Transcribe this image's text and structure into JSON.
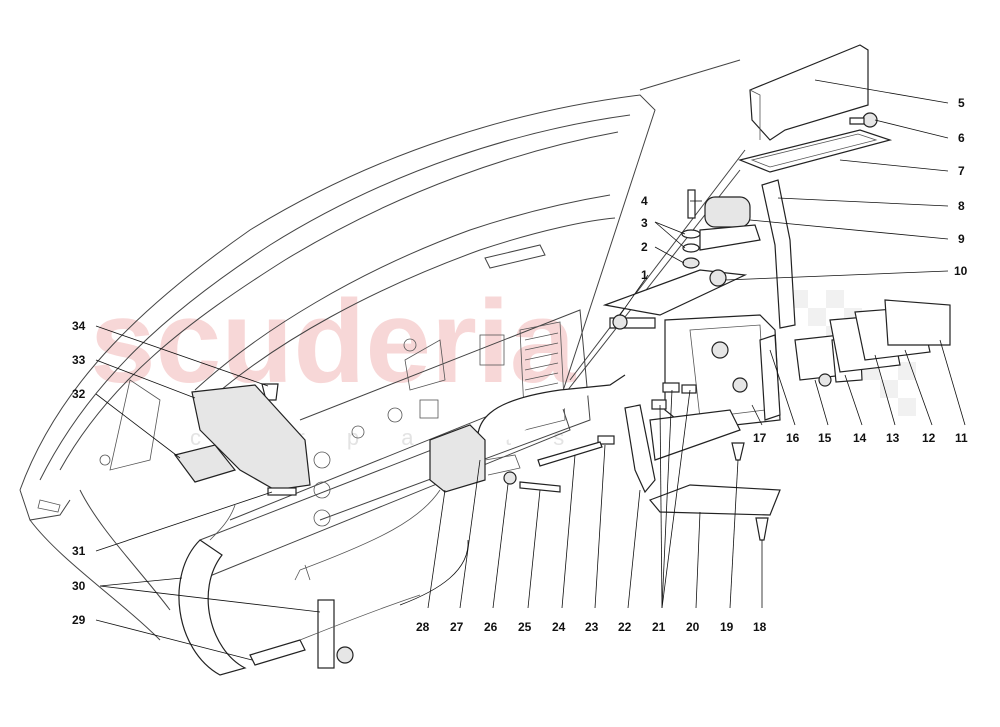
{
  "watermark": {
    "brand": "scuderia",
    "sub": "c a r   p a r t s"
  },
  "callouts": {
    "c1": "1",
    "c2": "2",
    "c3": "3",
    "c4": "4",
    "c5": "5",
    "c6": "6",
    "c7": "7",
    "c8": "8",
    "c9": "9",
    "c10": "10",
    "c11": "11",
    "c12": "12",
    "c13": "13",
    "c14": "14",
    "c15": "15",
    "c16": "16",
    "c17": "17",
    "c18": "18",
    "c19": "19",
    "c20": "20",
    "c21": "21",
    "c22": "22",
    "c23": "23",
    "c24": "24",
    "c25": "25",
    "c26": "26",
    "c27": "27",
    "c28": "28",
    "c29": "29",
    "c30": "30",
    "c31": "31",
    "c32": "32",
    "c33": "33",
    "c34": "34"
  }
}
